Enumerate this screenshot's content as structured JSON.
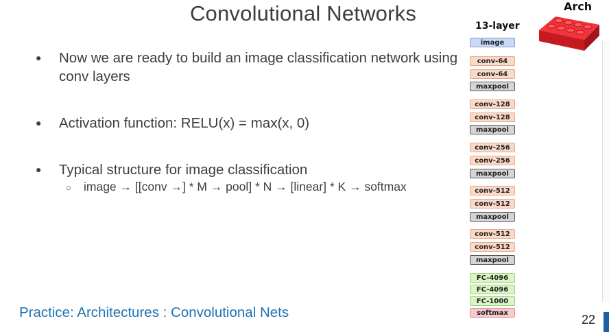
{
  "slide": {
    "title": "Convolutional Networks",
    "bullets": [
      "Now we are ready to build an image classification network using conv layers",
      "Activation function: RELU(x) = max(x, 0)",
      "Typical structure for image classification"
    ],
    "subbullet": "image → [[conv →] * M → pool] * N → [linear] * K → softmax",
    "bullet_glyph": "●",
    "subbullet_glyph": "○",
    "footer": "Practice: Architectures : Convolutional Nets",
    "page_number": "22"
  },
  "arch": {
    "label": "Arch",
    "network_title": "13-layer",
    "layers": [
      {
        "name": "image",
        "kind": "input"
      },
      {
        "name": "conv-64",
        "kind": "conv"
      },
      {
        "name": "conv-64",
        "kind": "conv"
      },
      {
        "name": "maxpool",
        "kind": "pool"
      },
      {
        "name": "conv-128",
        "kind": "conv"
      },
      {
        "name": "conv-128",
        "kind": "conv"
      },
      {
        "name": "maxpool",
        "kind": "pool"
      },
      {
        "name": "conv-256",
        "kind": "conv"
      },
      {
        "name": "conv-256",
        "kind": "conv"
      },
      {
        "name": "maxpool",
        "kind": "pool"
      },
      {
        "name": "conv-512",
        "kind": "conv"
      },
      {
        "name": "conv-512",
        "kind": "conv"
      },
      {
        "name": "maxpool",
        "kind": "pool"
      },
      {
        "name": "conv-512",
        "kind": "conv"
      },
      {
        "name": "conv-512",
        "kind": "conv"
      },
      {
        "name": "maxpool",
        "kind": "pool"
      },
      {
        "name": "FC-4096",
        "kind": "fc"
      },
      {
        "name": "FC-4096",
        "kind": "fc"
      },
      {
        "name": "FC-1000",
        "kind": "fc"
      },
      {
        "name": "softmax",
        "kind": "softmax"
      }
    ],
    "colors": {
      "input": "#c9d9f7",
      "conv": "#fbd9c7",
      "pool": "#d5d5d5",
      "fc": "#dcf5c6",
      "softmax": "#f8c9cd",
      "lego_brick": "#e8252b",
      "footer_link": "#1e73b4"
    }
  }
}
